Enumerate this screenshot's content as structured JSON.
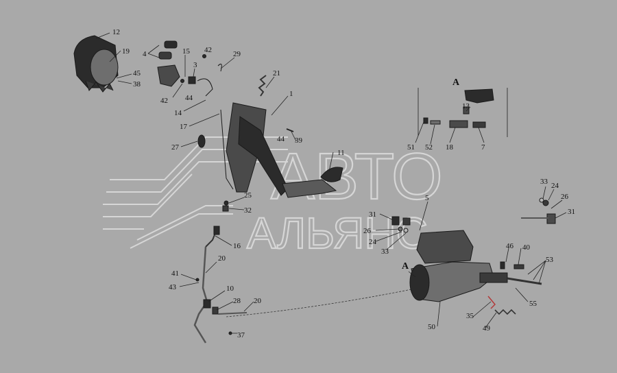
{
  "watermark": {
    "line1": "АВТО",
    "line2": "АЛЬЯНС"
  },
  "view_label": "А",
  "view_arrow_label": "А",
  "callouts": [
    "12",
    "19",
    "45",
    "38",
    "4",
    "15",
    "42",
    "3",
    "29",
    "42",
    "44",
    "21",
    "1",
    "14",
    "17",
    "27",
    "39",
    "44",
    "11",
    "13",
    "51",
    "52",
    "18",
    "7",
    "5",
    "31",
    "26",
    "24",
    "33",
    "33",
    "24",
    "26",
    "31",
    "25",
    "32",
    "16",
    "20",
    "41",
    "43",
    "10",
    "28",
    "20",
    "37",
    "46",
    "40",
    "53",
    "55",
    "35",
    "49",
    "50"
  ],
  "colors": {
    "background": "#a9a9a9",
    "part_dark": "#2b2b2b",
    "part_mid": "#6e6e6e",
    "part_light": "#b8b8b8",
    "watermark": "#d6d6d6",
    "accent_red": "#b23a3a"
  }
}
